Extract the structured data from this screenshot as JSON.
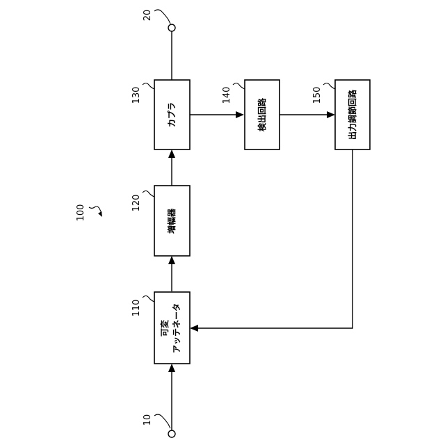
{
  "diagram": {
    "system_ref": "100",
    "terminals": {
      "input": {
        "ref": "10"
      },
      "output": {
        "ref": "20"
      }
    },
    "blocks": {
      "attenuator": {
        "ref": "110",
        "label_line1": "可変",
        "label_line2": "アッテネータ"
      },
      "amplifier": {
        "ref": "120",
        "label": "増幅器"
      },
      "coupler": {
        "ref": "130",
        "label": "カプラ"
      },
      "detector": {
        "ref": "140",
        "label": "検出回路"
      },
      "output_adjust": {
        "ref": "150",
        "label": "出力調節回路"
      }
    }
  }
}
